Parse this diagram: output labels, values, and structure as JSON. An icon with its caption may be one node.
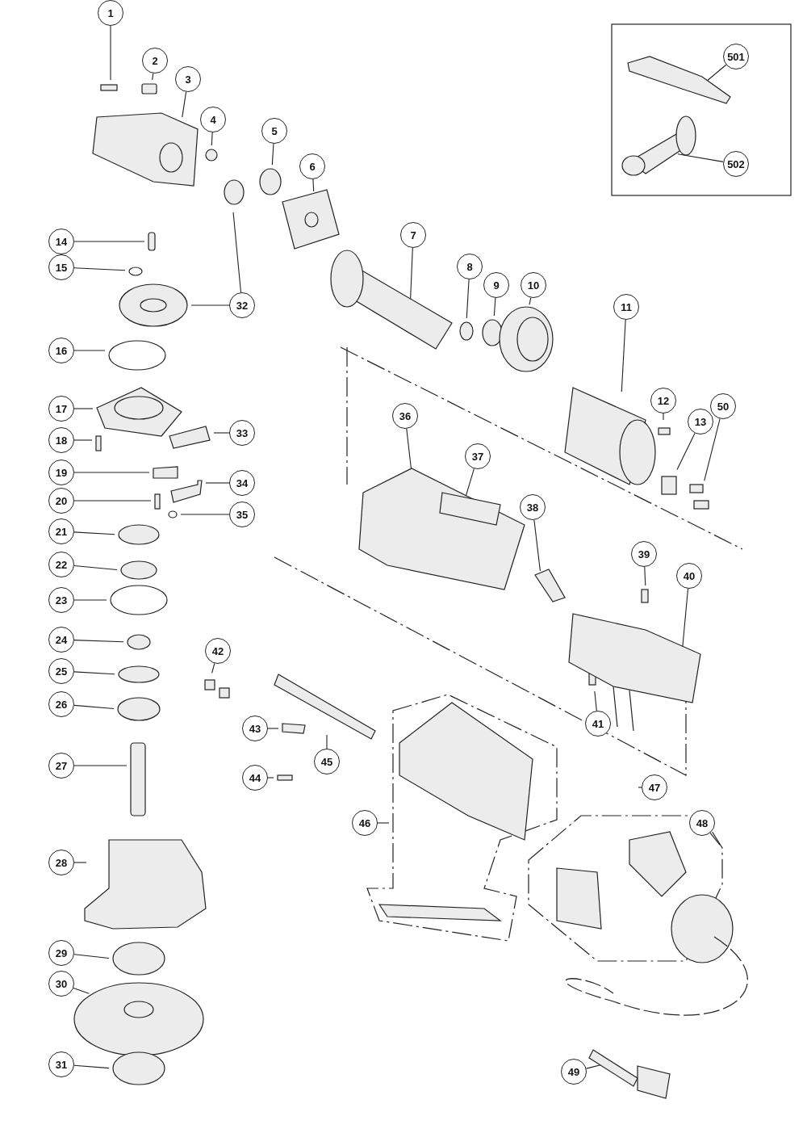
{
  "diagram": {
    "nodes": [
      {
        "text": [
          "1"
        ]
      },
      {
        "text": [
          "2"
        ]
      },
      {
        "text": [
          "3"
        ]
      },
      {
        "text": [
          "4"
        ]
      },
      {
        "text": [
          "5"
        ]
      },
      {
        "text": [
          "6"
        ]
      },
      {
        "text": [
          "7"
        ]
      },
      {
        "text": [
          "8"
        ]
      },
      {
        "text": [
          "9"
        ]
      },
      {
        "text": [
          "10"
        ]
      },
      {
        "text": [
          "11"
        ]
      },
      {
        "text": [
          "12"
        ]
      },
      {
        "text": [
          "13"
        ]
      },
      {
        "text": [
          "50"
        ]
      },
      {
        "text": [
          "14"
        ]
      },
      {
        "text": [
          "15"
        ]
      },
      {
        "text": [
          "32"
        ]
      },
      {
        "text": [
          "16"
        ]
      },
      {
        "text": [
          "17"
        ]
      },
      {
        "text": [
          "18"
        ]
      },
      {
        "text": [
          "33"
        ]
      },
      {
        "text": [
          "19"
        ]
      },
      {
        "text": [
          "34"
        ]
      },
      {
        "text": [
          "20"
        ]
      },
      {
        "text": [
          "35"
        ]
      },
      {
        "text": [
          "21"
        ]
      },
      {
        "text": [
          "22"
        ]
      },
      {
        "text": [
          "23"
        ]
      },
      {
        "text": [
          "24"
        ]
      },
      {
        "text": [
          "25"
        ]
      },
      {
        "text": [
          "26"
        ]
      },
      {
        "text": [
          "27"
        ]
      },
      {
        "text": [
          "28"
        ]
      },
      {
        "text": [
          "29"
        ]
      },
      {
        "text": [
          "30"
        ]
      },
      {
        "text": [
          "31"
        ]
      },
      {
        "text": [
          "36"
        ]
      },
      {
        "text": [
          "37"
        ]
      },
      {
        "text": [
          "38"
        ]
      },
      {
        "text": [
          "39"
        ]
      },
      {
        "text": [
          "40"
        ]
      },
      {
        "text": [
          "42"
        ]
      },
      {
        "text": [
          "41"
        ]
      },
      {
        "text": [
          "43"
        ]
      },
      {
        "text": [
          "44"
        ]
      },
      {
        "text": [
          "45"
        ]
      },
      {
        "text": [
          "47"
        ]
      },
      {
        "text": [
          "46"
        ]
      },
      {
        "text": [
          "48"
        ]
      },
      {
        "text": [
          "49"
        ]
      },
      {
        "text": [
          "501"
        ]
      },
      {
        "text": [
          "502"
        ]
      }
    ],
    "edges": [
      {
        "from": 0,
        "to": null,
        "arrow": "none"
      },
      {
        "from": 1,
        "to": null,
        "arrow": "none"
      },
      {
        "from": 2,
        "to": null,
        "arrow": "none"
      },
      {
        "from": 3,
        "to": null,
        "arrow": "none"
      },
      {
        "from": 4,
        "to": null,
        "arrow": "none"
      },
      {
        "from": 5,
        "to": null,
        "arrow": "none"
      },
      {
        "from": 6,
        "to": null,
        "arrow": "none"
      },
      {
        "from": 7,
        "to": null,
        "arrow": "none"
      },
      {
        "from": 8,
        "to": null,
        "arrow": "none"
      },
      {
        "from": 9,
        "to": null,
        "arrow": "none"
      },
      {
        "from": 10,
        "to": null,
        "arrow": "none"
      },
      {
        "from": 11,
        "to": null,
        "arrow": "none"
      },
      {
        "from": 12,
        "to": null,
        "arrow": "none"
      },
      {
        "from": 13,
        "to": null,
        "arrow": "none"
      },
      {
        "from": 14,
        "to": null,
        "arrow": "none"
      },
      {
        "from": 15,
        "to": null,
        "arrow": "none"
      },
      {
        "from": 16,
        "to": null,
        "arrow": "none"
      },
      {
        "from": 17,
        "to": null,
        "arrow": "none"
      },
      {
        "from": 18,
        "to": null,
        "arrow": "none"
      },
      {
        "from": 19,
        "to": null,
        "arrow": "none"
      },
      {
        "from": 20,
        "to": null,
        "arrow": "none"
      },
      {
        "from": 21,
        "to": null,
        "arrow": "none"
      },
      {
        "from": 22,
        "to": null,
        "arrow": "none"
      },
      {
        "from": 23,
        "to": null,
        "arrow": "none"
      },
      {
        "from": 24,
        "to": null,
        "arrow": "none"
      },
      {
        "from": 25,
        "to": null,
        "arrow": "none"
      },
      {
        "from": 26,
        "to": null,
        "arrow": "none"
      },
      {
        "from": 27,
        "to": null,
        "arrow": "none"
      },
      {
        "from": 28,
        "to": null,
        "arrow": "none"
      },
      {
        "from": 29,
        "to": null,
        "arrow": "none"
      },
      {
        "from": 30,
        "to": null,
        "arrow": "none"
      },
      {
        "from": 31,
        "to": null,
        "arrow": "none"
      },
      {
        "from": 32,
        "to": null,
        "arrow": "none"
      },
      {
        "from": 33,
        "to": null,
        "arrow": "none"
      },
      {
        "from": 34,
        "to": null,
        "arrow": "none"
      },
      {
        "from": 35,
        "to": null,
        "arrow": "none"
      },
      {
        "from": 36,
        "to": null,
        "arrow": "none"
      },
      {
        "from": 37,
        "to": null,
        "arrow": "none"
      },
      {
        "from": 38,
        "to": null,
        "arrow": "none"
      },
      {
        "from": 39,
        "to": null,
        "arrow": "none"
      },
      {
        "from": 40,
        "to": null,
        "arrow": "none"
      },
      {
        "from": 41,
        "to": null,
        "arrow": "none"
      },
      {
        "from": 42,
        "to": null,
        "arrow": "none"
      },
      {
        "from": 43,
        "to": null,
        "arrow": "none"
      },
      {
        "from": 44,
        "to": null,
        "arrow": "none"
      },
      {
        "from": 45,
        "to": null,
        "arrow": "none"
      },
      {
        "from": 46,
        "to": null,
        "arrow": "none"
      },
      {
        "from": 47,
        "to": null,
        "arrow": "none"
      },
      {
        "from": 48,
        "to": null,
        "arrow": "none"
      },
      {
        "from": 49,
        "to": null,
        "arrow": "none"
      },
      {
        "from": 50,
        "to": null,
        "arrow": "none"
      },
      {
        "from": 51,
        "to": null,
        "arrow": "none"
      },
      {
        "from": 16,
        "to": null,
        "arrow": "none"
      }
    ]
  }
}
